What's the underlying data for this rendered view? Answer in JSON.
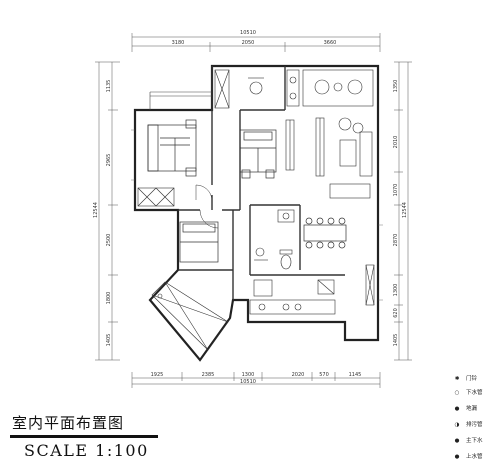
{
  "title": "室内平面布置图",
  "scale": "SCALE  1:100",
  "dimensions": {
    "top_total": "10510",
    "top_segments": [
      "3180",
      "2050",
      "3660"
    ],
    "bottom_total": "10510",
    "bottom_segments": [
      "1925",
      "2385",
      "1300",
      "2020",
      "570",
      "1145"
    ],
    "left_total": "12544",
    "left_segments": [
      "1135",
      "2965",
      "2500",
      "1800",
      "1405"
    ],
    "right_total": "12544",
    "right_segments": [
      "1350",
      "2010",
      "1070",
      "2870",
      "1300",
      "620",
      "1405"
    ]
  },
  "legend": [
    {
      "symbol": "✱",
      "label": "门铃"
    },
    {
      "symbol": "○",
      "label": "下水管"
    },
    {
      "symbol": "●",
      "label": "地漏"
    },
    {
      "symbol": "◑",
      "label": "排污管"
    },
    {
      "symbol": "●",
      "label": "主下水"
    },
    {
      "symbol": "●",
      "label": "上水管"
    }
  ]
}
